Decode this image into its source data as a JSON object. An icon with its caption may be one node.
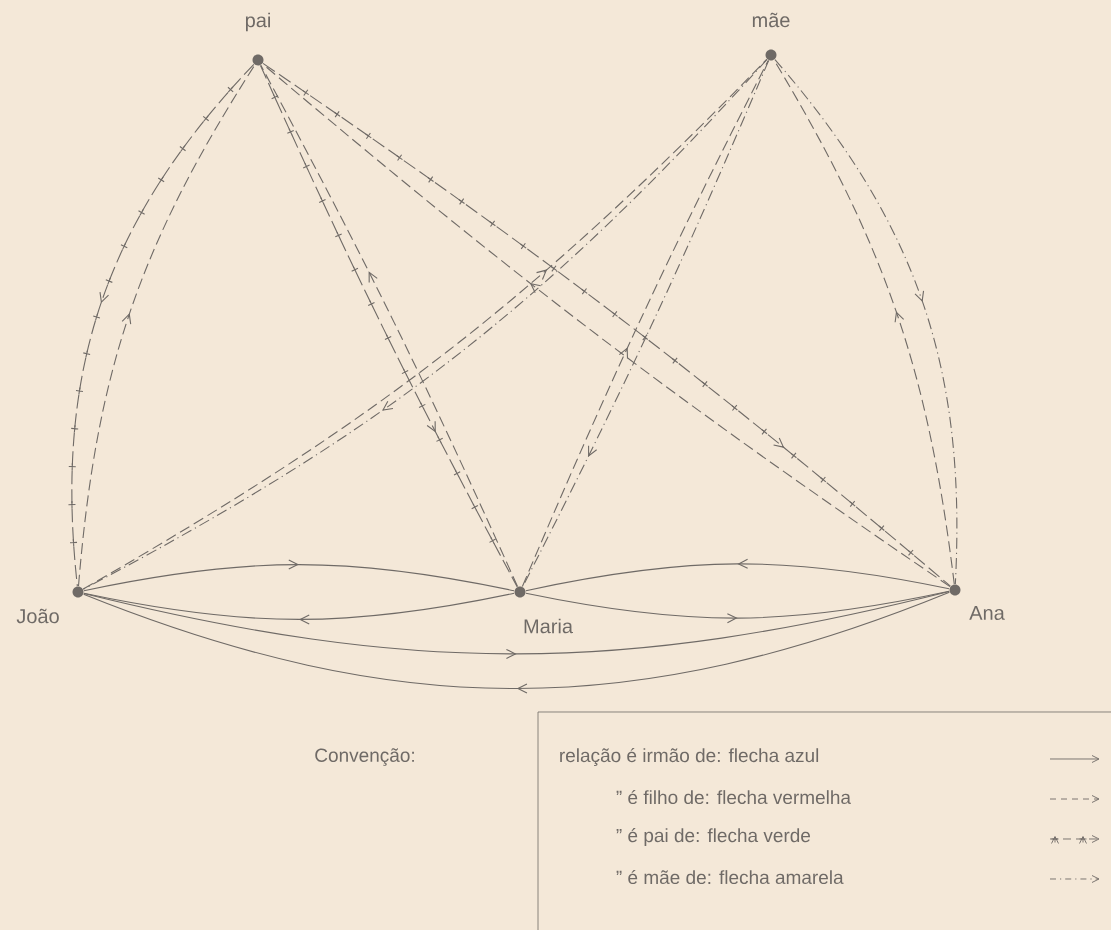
{
  "diagram": {
    "nodes": [
      {
        "text": [
          "pai"
        ]
      },
      {
        "text": [
          "mãe"
        ]
      },
      {
        "text": [
          "João"
        ]
      },
      {
        "text": [
          "Maria"
        ]
      },
      {
        "text": [
          "Ana"
        ]
      }
    ],
    "edges": [
      {
        "from": 2,
        "to": 3,
        "arrow": "to"
      },
      {
        "from": 3,
        "to": 2,
        "arrow": "to"
      },
      {
        "from": 3,
        "to": 4,
        "arrow": "to"
      },
      {
        "from": 4,
        "to": 3,
        "arrow": "to"
      },
      {
        "from": 2,
        "to": 4,
        "arrow": "to"
      },
      {
        "from": 4,
        "to": 2,
        "arrow": "to"
      },
      {
        "from": 0,
        "to": 2,
        "arrow": "to",
        "style": "dashed"
      },
      {
        "from": 0,
        "to": 3,
        "arrow": "to",
        "style": "dashed"
      },
      {
        "from": 0,
        "to": 4,
        "arrow": "to",
        "style": "dashed"
      },
      {
        "from": 2,
        "to": 0,
        "arrow": "to",
        "style": "dashed"
      },
      {
        "from": 3,
        "to": 0,
        "arrow": "to",
        "style": "dashed"
      },
      {
        "from": 4,
        "to": 0,
        "arrow": "to",
        "style": "dashed"
      },
      {
        "from": 2,
        "to": 1,
        "arrow": "to",
        "style": "dashed"
      },
      {
        "from": 3,
        "to": 1,
        "arrow": "to",
        "style": "dashed"
      },
      {
        "from": 4,
        "to": 1,
        "arrow": "to",
        "style": "dashed"
      },
      {
        "from": 1,
        "to": 2,
        "arrow": "to",
        "style": "dashed"
      },
      {
        "from": 1,
        "to": 3,
        "arrow": "to",
        "style": "dashed"
      },
      {
        "from": 1,
        "to": 4,
        "arrow": "to",
        "style": "dashed"
      }
    ],
    "labels": [
      "Convenção:"
    ],
    "legend": [
      {
        "text": "relação é irmão de: flecha azul"
      },
      {
        "text": "” é filho de: flecha vermelha"
      },
      {
        "text": "” é pai de: flecha verde"
      },
      {
        "text": "” é mãe de: flecha amarela"
      }
    ]
  }
}
